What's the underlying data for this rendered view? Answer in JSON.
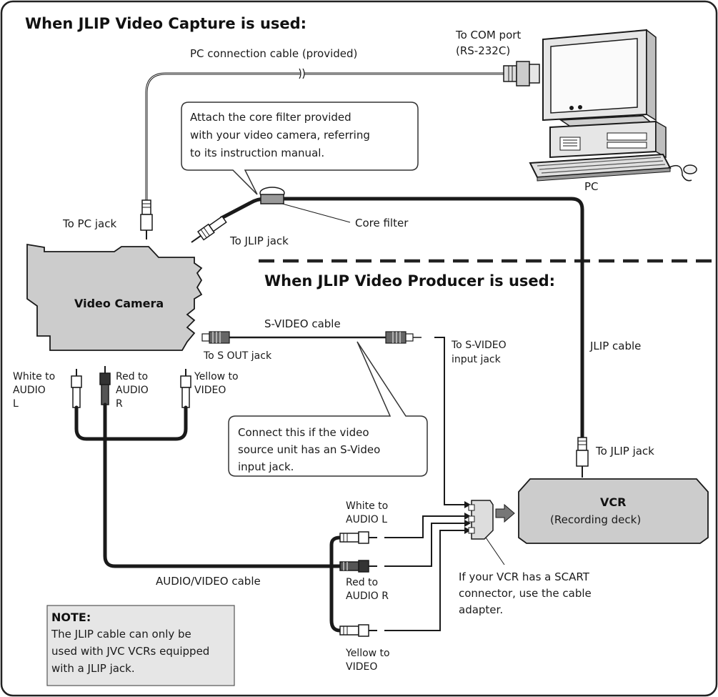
{
  "sections": {
    "capture_title": "When JLIP Video Capture is used:",
    "producer_title": "When JLIP Video Producer is used:"
  },
  "pc": {
    "com_port_line1": "To COM port",
    "com_port_line2": "(RS-232C)",
    "label": "PC"
  },
  "pc_cable": {
    "label": "PC connection cable (provided)",
    "pc_jack": "To PC jack"
  },
  "core_filter": {
    "callout_line1": "Attach the core filter provided",
    "callout_line2": "with your video camera, referring",
    "callout_line3": "to its instruction manual.",
    "label": "Core filter",
    "jlip_jack": "To JLIP jack"
  },
  "camera": {
    "label": "Video Camera"
  },
  "svideo": {
    "cable_label": "S-VIDEO cable",
    "out_jack": "To S OUT jack",
    "input_line1": "To S-VIDEO",
    "input_line2": "input jack",
    "callout_line1": "Connect this if the video",
    "callout_line2": "source unit has an S-Video",
    "callout_line3": "input jack."
  },
  "camera_plugs": {
    "white_line1": "White to",
    "white_line2": "AUDIO",
    "white_line3": "L",
    "red_line1": "Red to",
    "red_line2": "AUDIO",
    "red_line3": "R",
    "yellow_line1": "Yellow to",
    "yellow_line2": "VIDEO"
  },
  "jlip": {
    "cable_label": "JLIP cable",
    "vcr_jack": "To JLIP jack"
  },
  "vcr": {
    "label": "VCR",
    "sublabel": "(Recording deck)"
  },
  "av": {
    "cable_label": "AUDIO/VIDEO cable",
    "white_line1": "White to",
    "white_line2": "AUDIO L",
    "red_line1": "Red to",
    "red_line2": "AUDIO R",
    "yellow_line1": "Yellow to",
    "yellow_line2": "VIDEO"
  },
  "scart": {
    "line1": "If your VCR has a SCART",
    "line2": "connector, use the cable",
    "line3": "adapter."
  },
  "note": {
    "title": "NOTE:",
    "line1": "The JLIP cable can only be",
    "line2": "used with JVC VCRs equipped",
    "line3": "with a JLIP jack."
  }
}
